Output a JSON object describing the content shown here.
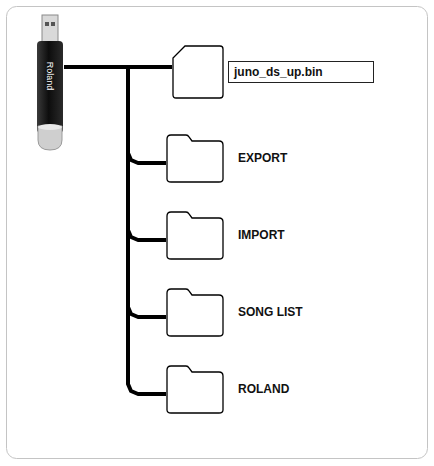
{
  "diagram": {
    "nodes": [
      {
        "text": [
          "Roland"
        ]
      },
      {
        "text": [
          "juno_ds_up.bin"
        ]
      },
      {
        "text": [
          "EXPORT"
        ]
      },
      {
        "text": [
          "IMPORT"
        ]
      },
      {
        "text": [
          "SONG LIST"
        ]
      },
      {
        "text": [
          "ROLAND"
        ]
      }
    ],
    "edges": [
      {
        "from": 0,
        "to": 1,
        "arrow": "none"
      },
      {
        "from": 0,
        "to": 2,
        "arrow": "none"
      },
      {
        "from": 0,
        "to": 3,
        "arrow": "none"
      },
      {
        "from": 0,
        "to": 4,
        "arrow": "none"
      },
      {
        "from": 0,
        "to": 5,
        "arrow": "none"
      }
    ]
  }
}
